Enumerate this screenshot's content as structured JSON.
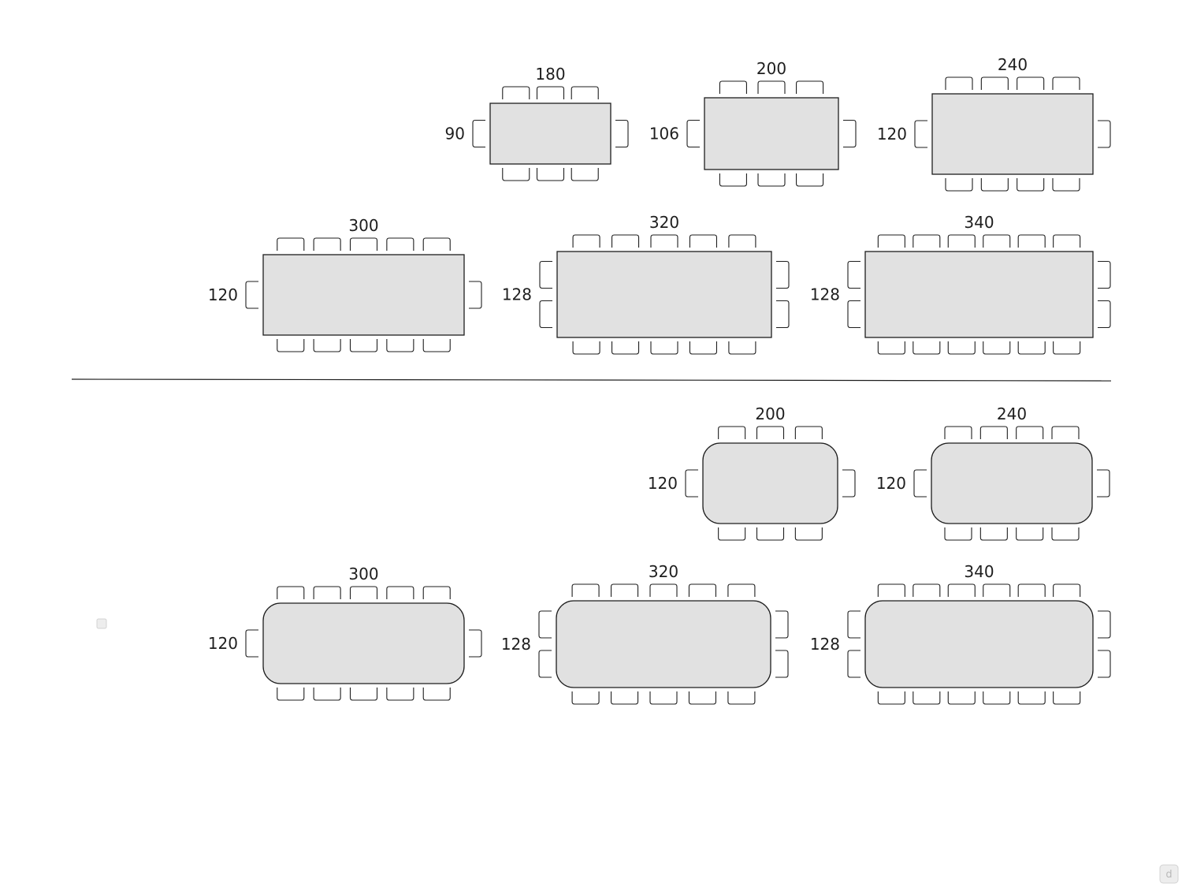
{
  "sections": [
    {
      "name": "rectangular-corners",
      "corner_style": "square",
      "tables": [
        {
          "width_cm": "180",
          "depth_cm": "90",
          "chairs_per_long_side": 3,
          "chairs_per_end": 1
        },
        {
          "width_cm": "200",
          "depth_cm": "106",
          "chairs_per_long_side": 3,
          "chairs_per_end": 1
        },
        {
          "width_cm": "240",
          "depth_cm": "120",
          "chairs_per_long_side": 4,
          "chairs_per_end": 1
        },
        {
          "width_cm": "300",
          "depth_cm": "120",
          "chairs_per_long_side": 5,
          "chairs_per_end": 1
        },
        {
          "width_cm": "320",
          "depth_cm": "128",
          "chairs_per_long_side": 5,
          "chairs_per_end": 2
        },
        {
          "width_cm": "340",
          "depth_cm": "128",
          "chairs_per_long_side": 6,
          "chairs_per_end": 2
        }
      ]
    },
    {
      "name": "rounded-corners",
      "corner_style": "rounded",
      "tables": [
        {
          "width_cm": "200",
          "depth_cm": "120",
          "chairs_per_long_side": 3,
          "chairs_per_end": 1
        },
        {
          "width_cm": "240",
          "depth_cm": "120",
          "chairs_per_long_side": 4,
          "chairs_per_end": 1
        },
        {
          "width_cm": "300",
          "depth_cm": "120",
          "chairs_per_long_side": 5,
          "chairs_per_end": 1
        },
        {
          "width_cm": "320",
          "depth_cm": "128",
          "chairs_per_long_side": 5,
          "chairs_per_end": 2
        },
        {
          "width_cm": "340",
          "depth_cm": "128",
          "chairs_per_long_side": 6,
          "chairs_per_end": 2
        }
      ]
    }
  ],
  "watermark": {
    "glyph": "d"
  },
  "colors": {
    "table_fill": "#e1e1e1",
    "stroke": "#1e1e1e"
  }
}
